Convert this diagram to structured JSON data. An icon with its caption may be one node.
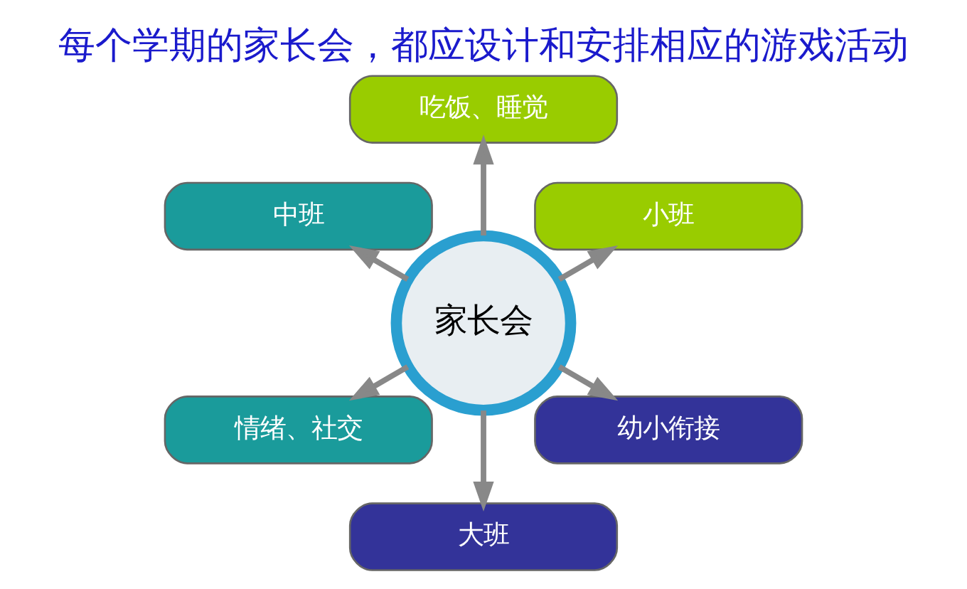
{
  "diagram": {
    "title": "每个学期的家长会，都应设计和安排相应的游戏活动",
    "nodes": [
      {
        "text": [
          "小班"
        ]
      },
      {
        "text": [
          "吃饭、睡觉"
        ]
      },
      {
        "text": [
          "中班"
        ]
      },
      {
        "text": [
          "家长会"
        ]
      },
      {
        "text": [
          "情绪、社交"
        ]
      },
      {
        "text": [
          "大班"
        ]
      },
      {
        "text": [
          "幼小衔接"
        ]
      }
    ],
    "edges": [
      {
        "from": 3,
        "to": 0,
        "arrow": "to"
      },
      {
        "from": 3,
        "to": 1,
        "arrow": "to"
      },
      {
        "from": 3,
        "to": 2,
        "arrow": "to"
      },
      {
        "from": 3,
        "to": 4,
        "arrow": "to"
      },
      {
        "from": 3,
        "to": 5,
        "arrow": "to"
      },
      {
        "from": 3,
        "to": 6,
        "arrow": "to"
      }
    ]
  }
}
